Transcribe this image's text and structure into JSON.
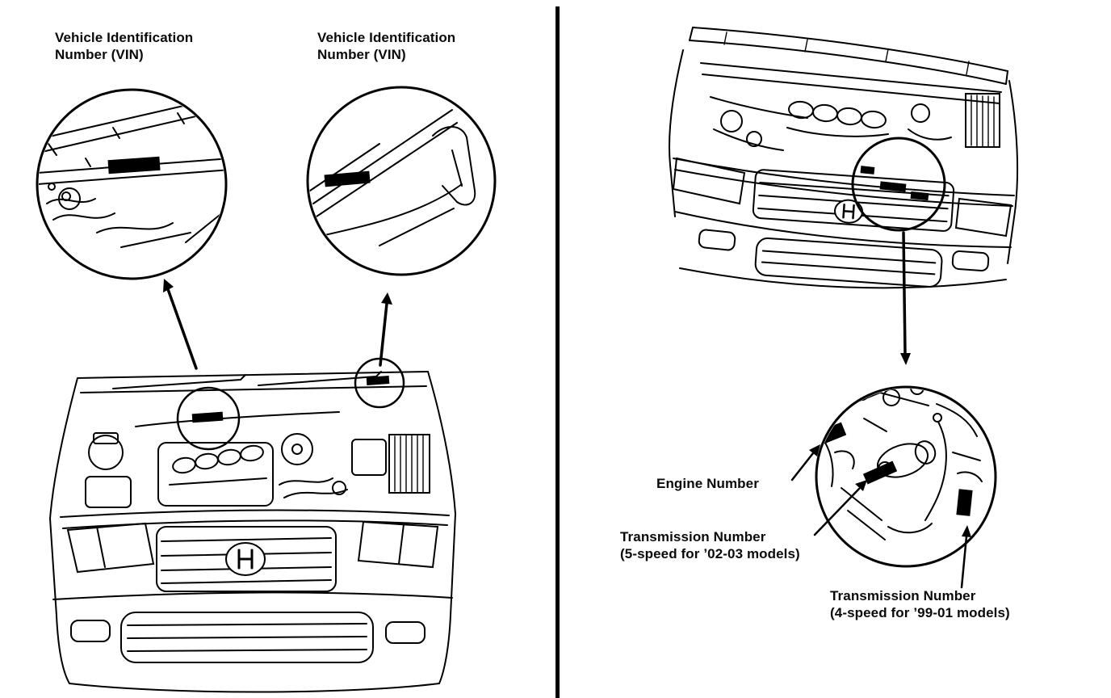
{
  "page": {
    "background_color": "#ffffff",
    "line_color": "#000000"
  },
  "left_panel": {
    "vin_callout_1": {
      "line1": "Vehicle Identification",
      "line2": "Number (VIN)"
    },
    "vin_callout_2": {
      "line1": "Vehicle Identification",
      "line2": "Number (VIN)"
    }
  },
  "right_panel": {
    "engine_number_label": "Engine Number",
    "transmission_5speed_label": {
      "line1": "Transmission Number",
      "line2": "(5-speed for ’02-03 models)"
    },
    "transmission_4speed_label": {
      "line1": "Transmission Number",
      "line2": "(4-speed for ’99-01 models)"
    }
  }
}
